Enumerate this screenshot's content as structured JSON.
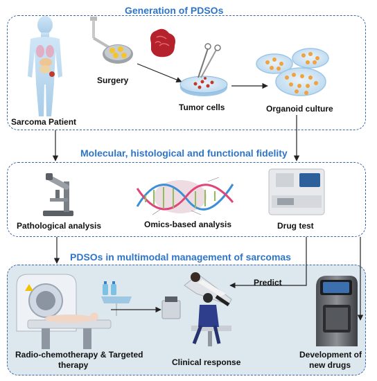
{
  "sections": {
    "generation": {
      "title": "Generation of PDSOs",
      "labels": {
        "patient": "Sarcoma Patient",
        "surgery": "Surgery",
        "tumor_cells": "Tumor cells",
        "organoid_culture": "Organoid culture"
      }
    },
    "fidelity": {
      "title": "Molecular, histological and functional fidelity",
      "labels": {
        "pathological": "Pathological analysis",
        "omics": "Omics-based analysis",
        "drug_test": "Drug test"
      }
    },
    "management": {
      "title": "PDSOs in multimodal management of sarcomas",
      "labels": {
        "radio": "Radio-chemotherapy  & Targeted",
        "radio_line2": "therapy",
        "clinical": "Clinical response",
        "dev_line1": "Development of",
        "dev_line2": "new drugs",
        "predict": "Predict"
      }
    }
  },
  "colors": {
    "accent": "#2e75c8",
    "panel_border": "#3a64a8",
    "panel3_fill": "#dde7ee"
  }
}
